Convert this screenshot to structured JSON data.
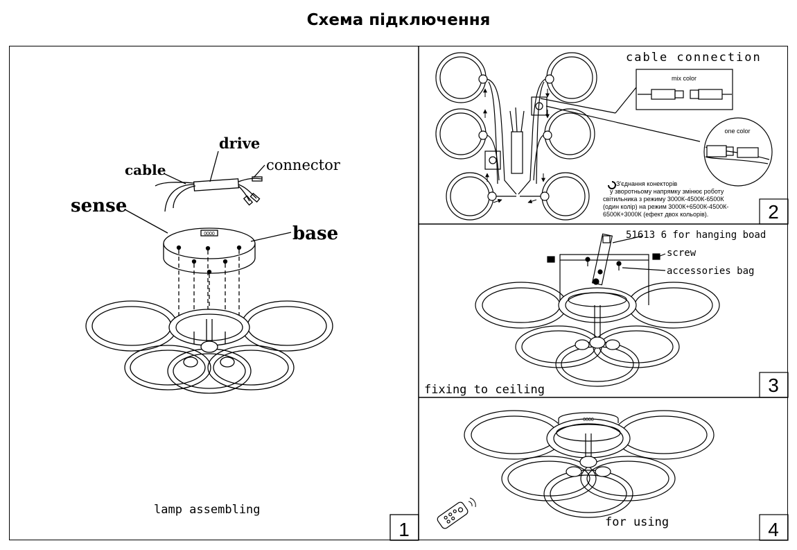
{
  "title": "Схема підключення",
  "panel1": {
    "number": "1",
    "caption": "lamp assembling",
    "labels": {
      "drive": "drive",
      "cable": "cable",
      "connector": "connector",
      "sense": "sense",
      "base": "base",
      "marking": "0000"
    }
  },
  "panel2": {
    "number": "2",
    "heading": "cable connection",
    "mix_color": "mix color",
    "one_color": "one color",
    "note": [
      "З'єднання конекторів",
      "у зворотньому напрямку змінює роботу",
      "світильника з режиму 3000К-4500К-6500К",
      "(один колір) на режим 3000К+6500К-4500К-",
      "6500К+3000К  (ефект двох кольорів)."
    ]
  },
  "panel3": {
    "number": "3",
    "caption": "fixing to ceiling",
    "hanging": "51613 6 for hanging  boad",
    "screw": "screw",
    "accessories": "accessories bag"
  },
  "panel4": {
    "number": "4",
    "caption": "for using",
    "marking": "0000"
  }
}
